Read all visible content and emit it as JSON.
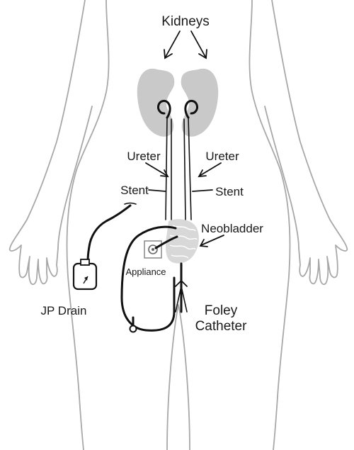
{
  "labels": {
    "kidneys": "Kidneys",
    "ureter_left": "Ureter",
    "ureter_right": "Ureter",
    "stent_left": "Stent",
    "stent_right": "Stent",
    "neobladder": "Neobladder",
    "appliance": "Appliance",
    "jp_drain": "JP Drain",
    "foley_line1": "Foley",
    "foley_line2": "Catheter"
  }
}
